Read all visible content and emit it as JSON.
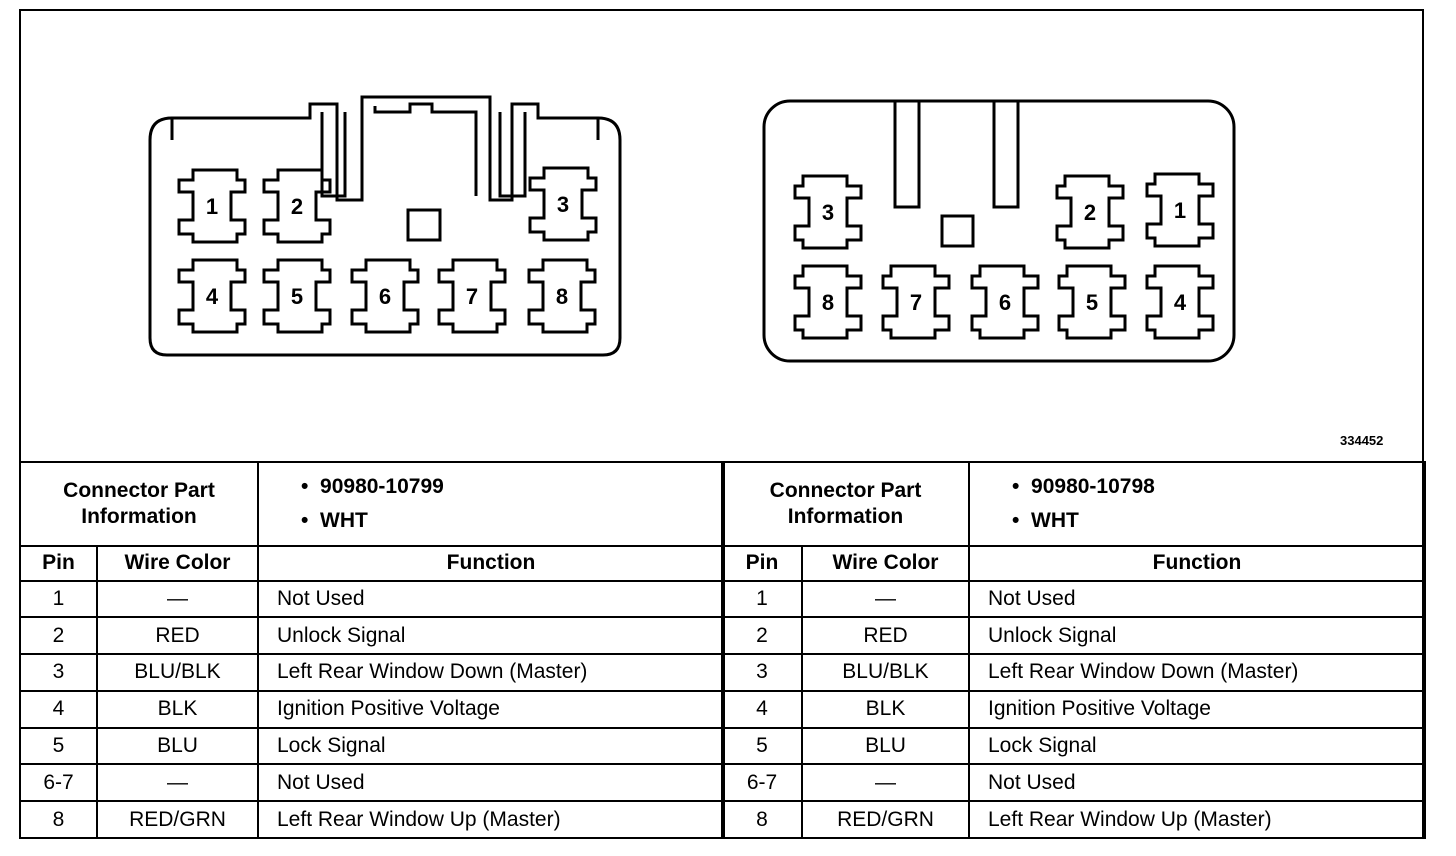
{
  "diagram": {
    "ref_code": "334452",
    "left_connector_pins": [
      "1",
      "2",
      "3",
      "4",
      "5",
      "6",
      "7",
      "8"
    ],
    "right_connector_pins": [
      "1",
      "2",
      "3",
      "4",
      "5",
      "6",
      "7",
      "8"
    ]
  },
  "tables": [
    {
      "info_label_line1": "Connector Part",
      "info_label_line2": "Information",
      "part_number": "90980-10799",
      "color": "WHT",
      "headers": {
        "pin": "Pin",
        "wire_color": "Wire Color",
        "function": "Function"
      },
      "rows": [
        {
          "pin": "1",
          "wire": "—",
          "function": "Not Used"
        },
        {
          "pin": "2",
          "wire": "RED",
          "function": "Unlock Signal"
        },
        {
          "pin": "3",
          "wire": "BLU/BLK",
          "function": "Left Rear Window Down (Master)"
        },
        {
          "pin": "4",
          "wire": "BLK",
          "function": "Ignition Positive Voltage"
        },
        {
          "pin": "5",
          "wire": "BLU",
          "function": "Lock Signal"
        },
        {
          "pin": "6-7",
          "wire": "—",
          "function": "Not Used"
        },
        {
          "pin": "8",
          "wire": "RED/GRN",
          "function": "Left Rear Window Up (Master)"
        }
      ]
    },
    {
      "info_label_line1": "Connector Part",
      "info_label_line2": "Information",
      "part_number": "90980-10798",
      "color": "WHT",
      "headers": {
        "pin": "Pin",
        "wire_color": "Wire Color",
        "function": "Function"
      },
      "rows": [
        {
          "pin": "1",
          "wire": "—",
          "function": "Not Used"
        },
        {
          "pin": "2",
          "wire": "RED",
          "function": "Unlock Signal"
        },
        {
          "pin": "3",
          "wire": "BLU/BLK",
          "function": "Left Rear Window Down (Master)"
        },
        {
          "pin": "4",
          "wire": "BLK",
          "function": "Ignition Positive Voltage"
        },
        {
          "pin": "5",
          "wire": "BLU",
          "function": "Lock Signal"
        },
        {
          "pin": "6-7",
          "wire": "—",
          "function": "Not Used"
        },
        {
          "pin": "8",
          "wire": "RED/GRN",
          "function": "Left Rear Window Up (Master)"
        }
      ]
    }
  ]
}
